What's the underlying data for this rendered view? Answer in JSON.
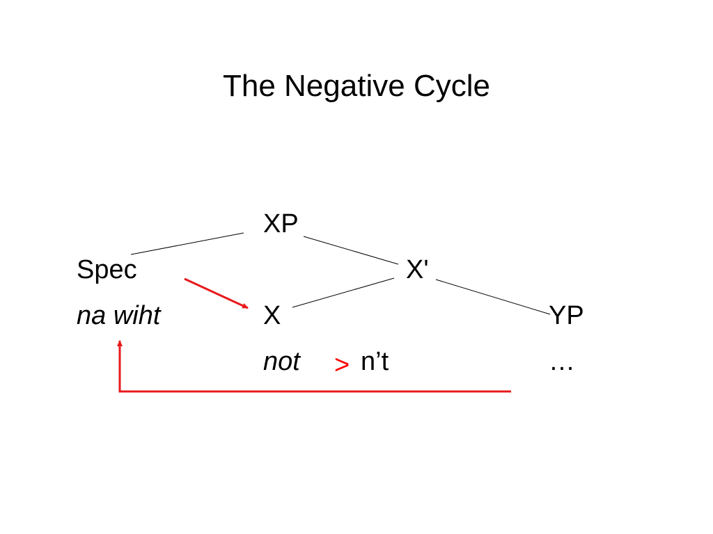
{
  "slide": {
    "title": "The Negative Cycle"
  },
  "tree": {
    "xp": "XP",
    "spec": "Spec",
    "x_bar": "X'",
    "spec_filler": "na wiht",
    "x_head": "X",
    "yp": "YP",
    "head_old": "not",
    "change_symbol": ">",
    "head_new": "n’t",
    "yp_content": "…"
  },
  "colors": {
    "branch": "#000000",
    "arrow": "#e8191c",
    "change_symbol": "#ff0000"
  }
}
